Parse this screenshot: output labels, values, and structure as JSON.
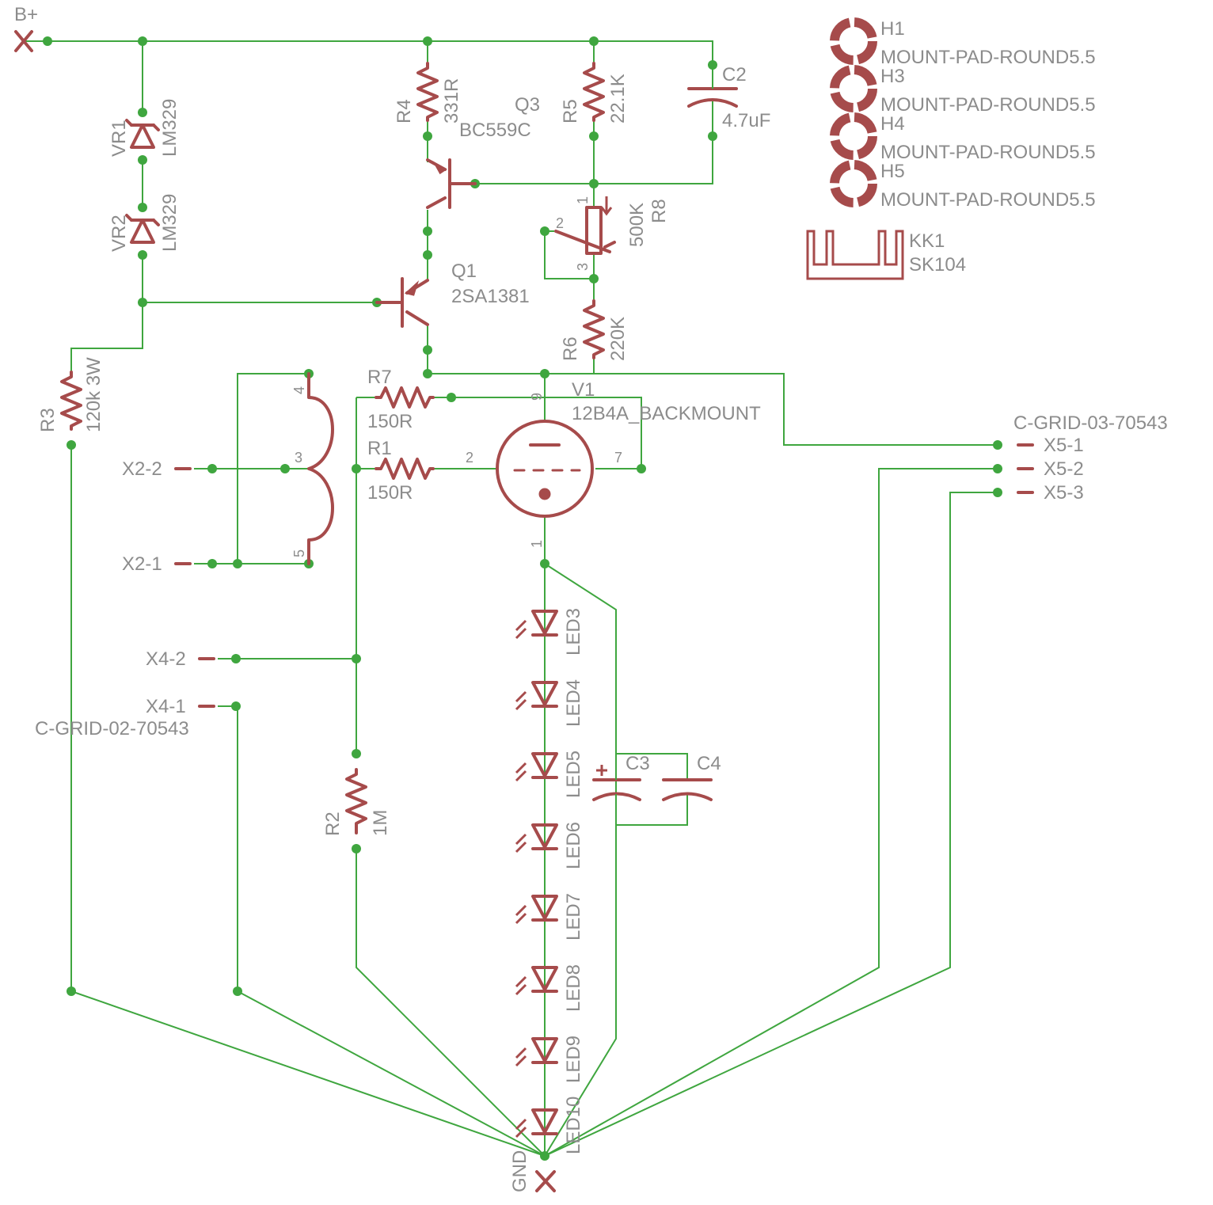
{
  "supply": {
    "vplus": "B+",
    "gnd": "GND"
  },
  "zeners": [
    {
      "ref": "VR1",
      "value": "LM329"
    },
    {
      "ref": "VR2",
      "value": "LM329"
    }
  ],
  "resistors": {
    "r1": {
      "ref": "R1",
      "value": "150R"
    },
    "r2": {
      "ref": "R2",
      "value": "1M"
    },
    "r3": {
      "ref": "R3",
      "value": "120k 3W"
    },
    "r4": {
      "ref": "R4",
      "value": "331R"
    },
    "r5": {
      "ref": "R5",
      "value": "22.1K"
    },
    "r6": {
      "ref": "R6",
      "value": "220K"
    },
    "r7": {
      "ref": "R7",
      "value": "150R"
    },
    "r8": {
      "ref": "R8",
      "value": "500K"
    }
  },
  "capacitors": {
    "c2": {
      "ref": "C2",
      "value": "4.7uF"
    },
    "c3": {
      "ref": "C3"
    },
    "c4": {
      "ref": "C4"
    }
  },
  "transistors": {
    "q1": {
      "ref": "Q1",
      "value": "2SA1381"
    },
    "q3": {
      "ref": "Q3",
      "value": "BC559C"
    }
  },
  "tube": {
    "ref": "V1",
    "value": "12B4A_BACKMOUNT",
    "pins": [
      "9",
      "2",
      "7",
      "1"
    ]
  },
  "heater_pins": [
    "4",
    "3",
    "5"
  ],
  "pot_pins": [
    "1",
    "2",
    "3"
  ],
  "leds": [
    "LED3",
    "LED4",
    "LED5",
    "LED6",
    "LED7",
    "LED8",
    "LED9",
    "LED10"
  ],
  "mount_pads": [
    {
      "ref": "H1",
      "value": "MOUNT-PAD-ROUND5.5"
    },
    {
      "ref": "H3",
      "value": "MOUNT-PAD-ROUND5.5"
    },
    {
      "ref": "H4",
      "value": "MOUNT-PAD-ROUND5.5"
    },
    {
      "ref": "H5",
      "value": "MOUNT-PAD-ROUND5.5"
    }
  ],
  "heatsink": {
    "ref": "KK1",
    "value": "SK104"
  },
  "connectors": {
    "x2": {
      "pins": [
        "X2-2",
        "X2-1"
      ]
    },
    "x4": {
      "pins": [
        "X4-2",
        "X4-1"
      ],
      "part": "C-GRID-02-70543"
    },
    "x5": {
      "pins": [
        "X5-1",
        "X5-2",
        "X5-3"
      ],
      "part": "C-GRID-03-70543"
    }
  },
  "colors": {
    "wire": "#3fa63f",
    "symbol": "#a64b4b",
    "label": "#8c8c8c",
    "background": "#ffffff"
  }
}
